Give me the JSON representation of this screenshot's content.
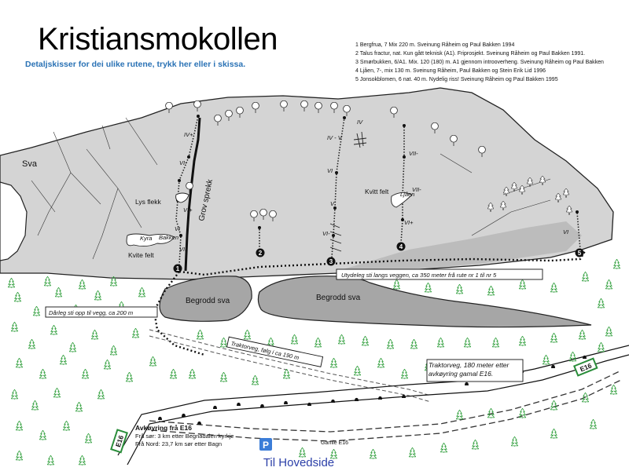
{
  "title": "Kristiansmokollen",
  "subtitle": "Detaljskisser for dei ulike rutene, trykk her eller i skissa.",
  "routes": [
    "1 Bergfrua, 7 Mix  220 m. Sveinung Råheim og Paul Bakken 1994",
    "2 Talus fractur, nat. Kun gått teknisk (A1). Friprosjekt. Sveinung Råheim og Paul Bakken 1991.",
    "3 Smørbukken, 6/A1. Mix. 120 (180) m. A1 gjennom introoverheng. Sveinung Råheim og Paul Bakken",
    "4 Ljåen, 7-, mix 130 m.  Sveinung Råheim, Paul Bakken og Stein Erik Lid 1996",
    "5 Jonsokblomen, 6 nat. 40 m. Nydelig riss! Sveinung Råheim og Paul Bakken 1995"
  ],
  "labels": {
    "sva": "Sva",
    "lys_flekk": "Lys flekk",
    "kvite_felt": "Kvite felt",
    "kyra": "Kyra",
    "bakken": "Bakken",
    "grov_sprekk": "Grov sprekk",
    "kvitt_felt": "Kvitt felt",
    "ljaen": "Ljåen",
    "begrodd_sva_left": "Begrodd sva",
    "begrodd_sva_right": "Begrodd sva",
    "path_wall": "Utydeleg sti langs veggen, ca 350 meter frå rute nr 1 til nr 5",
    "path_poor": "Dårleg sti opp til vegg, ca 200 m",
    "tractor_road": "Traktorveg, følg i ca 190 m",
    "tractor_road_2": "Traktorveg, 180 meter etter avkøyring gamal E16.",
    "exit_title": "Avkøyring frå E16",
    "exit_south": "Frå sør: 3 km etter Begnadalen kyrkje",
    "exit_north": "Frå Nord: 23,7 km sør etter Bagn",
    "old_road": "Gamle E16",
    "e16_right": "E16",
    "e16_left": "E16",
    "parking": "P"
  },
  "route_numbers": [
    "1",
    "2",
    "3",
    "4",
    "5"
  ],
  "grades": {
    "r1": [
      "IV+",
      "VI-",
      "VI+",
      "VI",
      "VII"
    ],
    "r3": [
      "IV - V",
      "VI",
      "V",
      "VI-"
    ],
    "r4": [
      "IV",
      "VII-",
      "VII-",
      "VI+"
    ],
    "r5": [
      "VI"
    ]
  },
  "home_link": "Til Hovedside",
  "colors": {
    "rock": "#d4d4d4",
    "rock_dark": "#b3b3b3",
    "overgrown": "#a6a6a6",
    "tree": "#2e9e3a",
    "link": "#2a72b5",
    "home": "#2b3fa8",
    "road_sign": "#2a8d3a",
    "parking": "#3b7dd8"
  }
}
